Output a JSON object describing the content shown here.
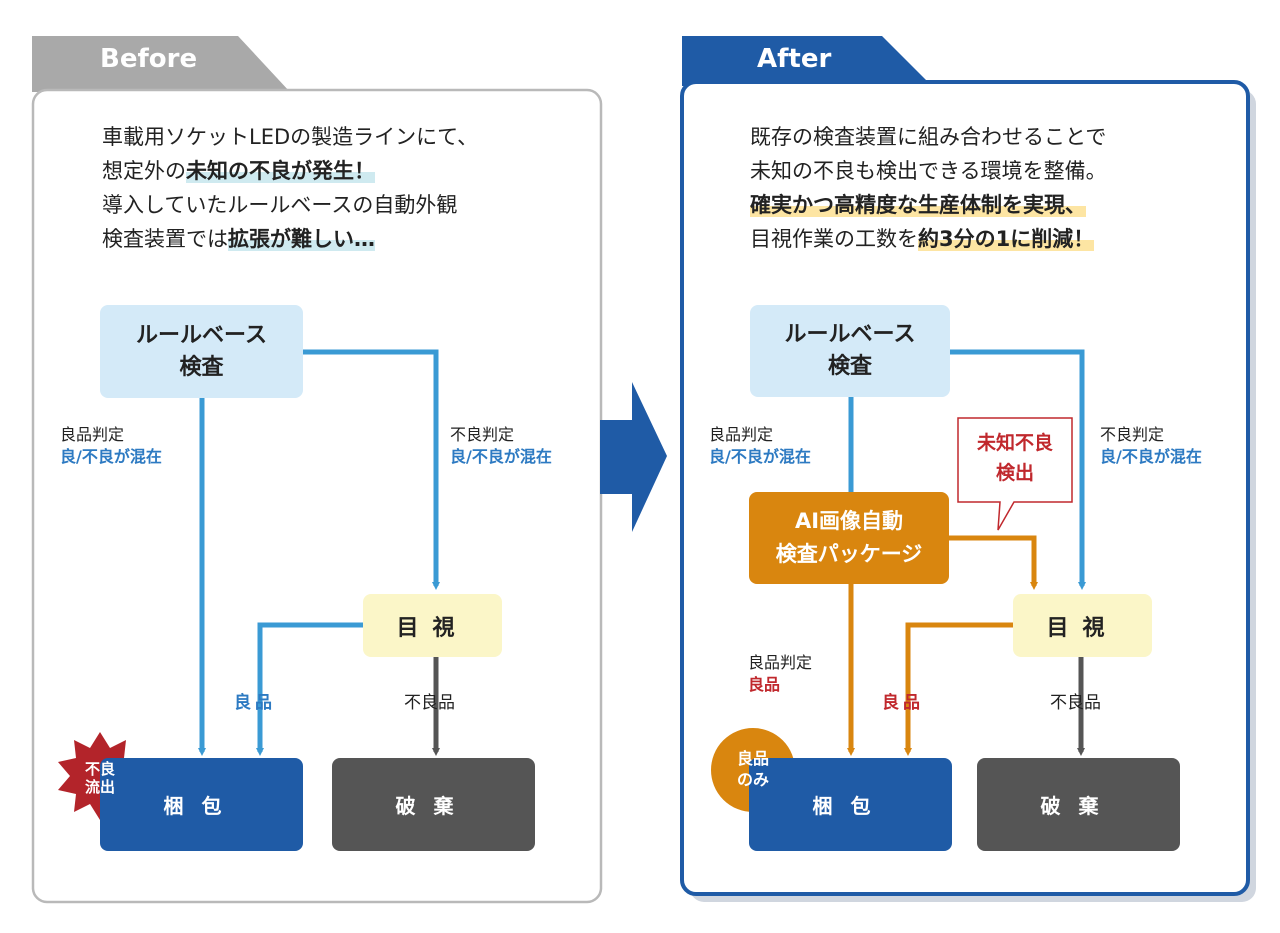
{
  "before": {
    "tab": "Before",
    "intro": {
      "l1": "車載用ソケットLEDの製造ラインにて、",
      "l2a": "想定外の",
      "l2b": "未知の不良が発生！",
      "l3": "導入していたルールベースの自動外観",
      "l4a": "検査装置では",
      "l4b": "拡張が難しい…"
    },
    "rule_box": {
      "line1": "ルールベース",
      "line2": "検査"
    },
    "left_label": {
      "line1": "良品判定",
      "line2": "良/不良が混在"
    },
    "right_label": {
      "line1": "不良判定",
      "line2": "良/不良が混在"
    },
    "visual_box": "目視",
    "good_label": "良品",
    "bad_label": "不良品",
    "pack_box": "梱包",
    "discard_box": "破棄",
    "badge": {
      "line1": "不良",
      "line2": "流出"
    }
  },
  "after": {
    "tab": "After",
    "intro": {
      "l1": "既存の検査装置に組み合わせることで",
      "l2": "未知の不良も検出できる環境を整備。",
      "l3": "確実かつ高精度な生産体制を実現、",
      "l4a": "目視作業の工数を",
      "l4b": "約3分の1に削減！"
    },
    "rule_box": {
      "line1": "ルールベース",
      "line2": "検査"
    },
    "left_label": {
      "line1": "良品判定",
      "line2": "良/不良が混在"
    },
    "right_label": {
      "line1": "不良判定",
      "line2": "良/不良が混在"
    },
    "callout": {
      "line1": "未知不良",
      "line2": "検出"
    },
    "ai_box": {
      "line1": "AI画像自動",
      "line2": "検査パッケージ"
    },
    "ai_label": {
      "line1": "良品判定",
      "line2": "良品"
    },
    "visual_box": "目視",
    "good_label": "良品",
    "bad_label": "不良品",
    "pack_box": "梱包",
    "discard_box": "破棄",
    "badge": {
      "line1": "良品",
      "line2": "のみ"
    }
  },
  "colors": {
    "blue_line": "#3a9ad4",
    "orange_line": "#d9860f",
    "gray_line": "#555555",
    "dark_blue": "#1f5ba6",
    "red": "#c0282d"
  }
}
